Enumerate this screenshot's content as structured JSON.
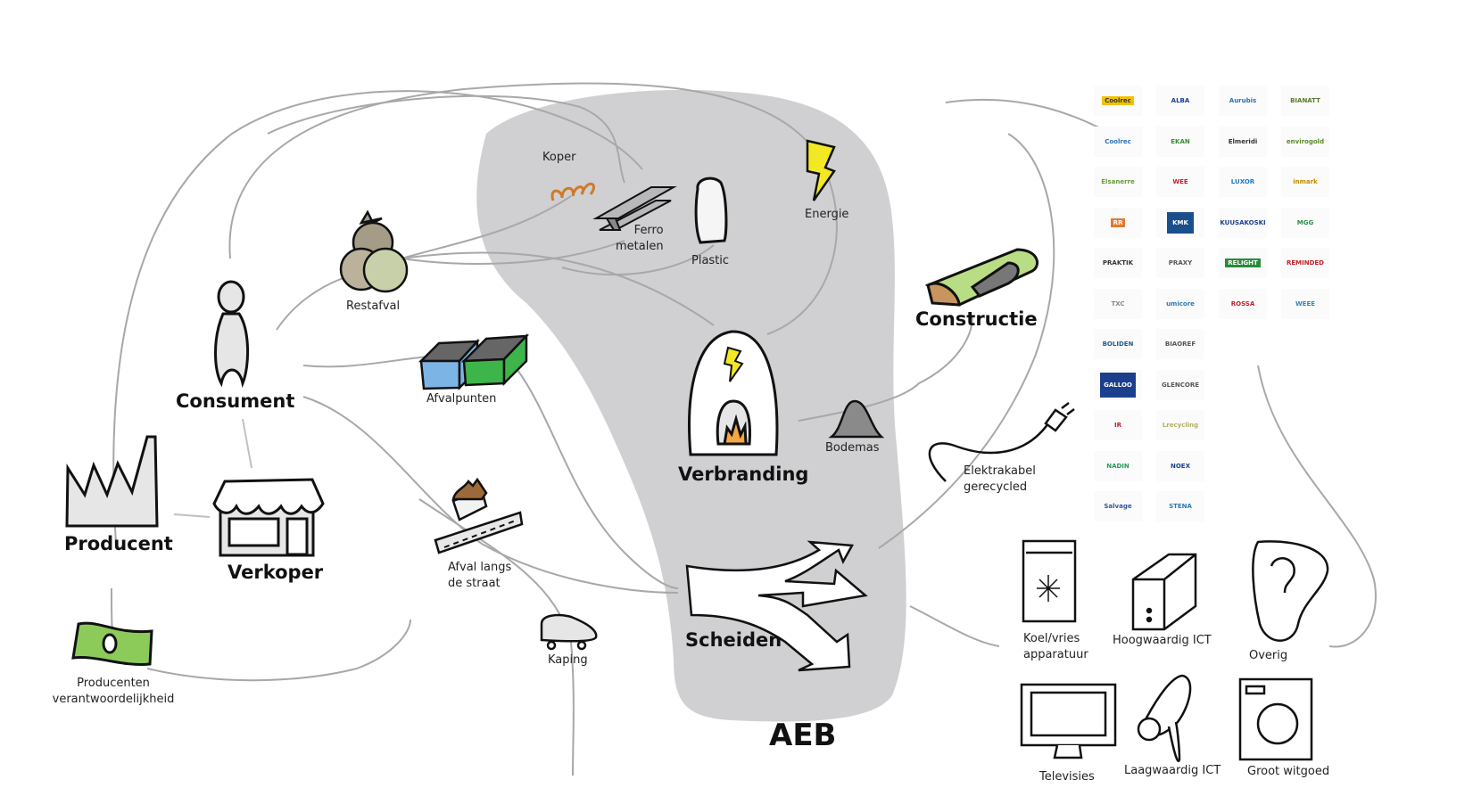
{
  "title": "AEB",
  "colors": {
    "blob": "#d0d0d2",
    "flow_line": "#a8a8a8",
    "stroke": "#111111",
    "energy_yellow": "#f2e824",
    "money_green": "#8ccb5a",
    "copper": "#d07a2a",
    "container_blue": "#7db4e6",
    "container_green": "#3db54a"
  },
  "actors": {
    "consument": "Consument",
    "verkoper": "Verkoper",
    "producent": "Producent",
    "producentenverantwoordelijkheid": [
      "Producenten",
      "verantwoordelijkheid"
    ]
  },
  "channels": {
    "restafval": "Restafval",
    "afvalpunten": "Afvalpunten",
    "afval_langs_straat": [
      "Afval langs",
      "de straat"
    ],
    "kaping": "Kaping"
  },
  "aeb": {
    "label": "AEB",
    "verbranding": "Verbranding",
    "scheiden": "Scheiden",
    "koper": "Koper",
    "ferro_metalen": [
      "Ferro",
      "metalen"
    ],
    "plastic": "Plastic",
    "energie": "Energie",
    "bodemas": "Bodemas"
  },
  "outputs": {
    "constructie": "Constructie",
    "elektrakabel": [
      "Elektrakabel",
      "gerecycled"
    ]
  },
  "categories": [
    {
      "id": "koel",
      "label": [
        "Koel/vries",
        "apparatuur"
      ],
      "icon": "fridge-icon"
    },
    {
      "id": "hoog",
      "label": [
        "Hoogwaardig ICT"
      ],
      "icon": "computer-tower-icon"
    },
    {
      "id": "overig",
      "label": [
        "Overig"
      ],
      "icon": "question-mark-icon"
    },
    {
      "id": "tv",
      "label": [
        "Televisies"
      ],
      "icon": "television-icon"
    },
    {
      "id": "laag",
      "label": [
        "Laagwaardig ICT"
      ],
      "icon": "hair-dryer-icon"
    },
    {
      "id": "witgoed",
      "label": [
        "Groot witgoed"
      ],
      "icon": "washing-machine-icon"
    }
  ],
  "logos": [
    [
      "Coolrec",
      "ALBA",
      "Aurubis",
      "BIANATT"
    ],
    [
      "Coolrec",
      "EKAN",
      "Elmeridi",
      "envirogold"
    ],
    [
      "Elsanerre",
      "WEE",
      "LUXOR",
      "inmark"
    ],
    [
      "RR",
      "KMK",
      "KUUSAKOSKI",
      "MGG"
    ],
    [
      "PRAKTIK",
      "PRAXY",
      "RELIGHT",
      "REMINDED"
    ],
    [
      "TXC",
      "umicore",
      "ROSSA",
      "WEEE"
    ],
    [
      "BOLIDEN",
      "BIAOREF",
      "",
      ""
    ],
    [
      "GALLOO",
      "GLENCORE",
      "",
      ""
    ],
    [
      "IR",
      "Lrecycling",
      "",
      ""
    ],
    [
      "NADIN",
      "NOEX",
      "",
      ""
    ],
    [
      "Salvage",
      "STENA",
      "",
      ""
    ]
  ]
}
